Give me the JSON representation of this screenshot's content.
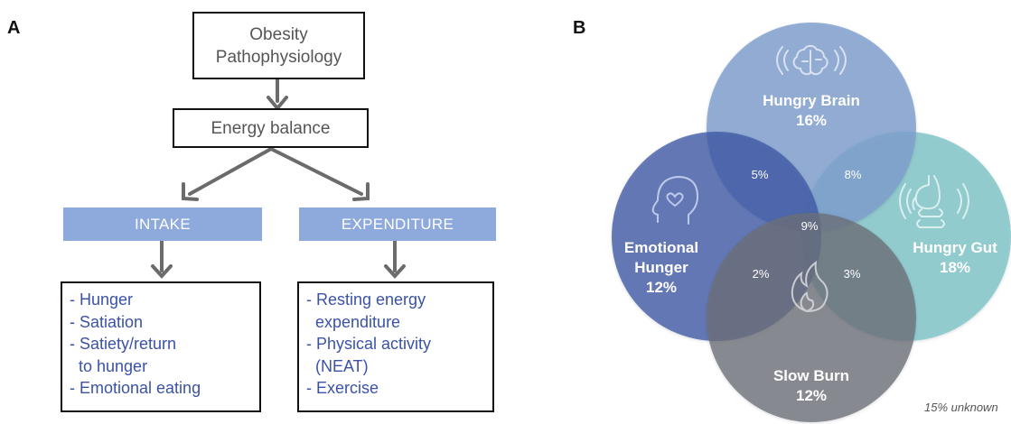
{
  "panel_a": {
    "letter": "A",
    "top_box": [
      "Obesity",
      "Pathophysiology"
    ],
    "middle_box": "Energy balance",
    "left_category": "INTAKE",
    "right_category": "EXPENDITURE",
    "intake_items": [
      "- Hunger",
      "- Satiation",
      "- Satiety/return",
      "  to hunger",
      "- Emotional eating"
    ],
    "expenditure_items": [
      "- Resting energy",
      "  expenditure",
      "- Physical activity",
      "  (NEAT)",
      "- Exercise"
    ]
  },
  "panel_b": {
    "letter": "B",
    "circles": {
      "hungry_brain": {
        "name": "Hungry Brain",
        "pct": "16%",
        "color": "#7f9fce",
        "icon": "brain-icon"
      },
      "emotional_hunger": {
        "name": [
          "Emotional",
          "Hunger"
        ],
        "pct": "12%",
        "color": "#3f5aa6",
        "icon": "head-heart-icon"
      },
      "hungry_gut": {
        "name": "Hungry Gut",
        "pct": "18%",
        "color": "#7fc4c8",
        "icon": "stomach-icon"
      },
      "slow_burn": {
        "name": "Slow Burn",
        "pct": "12%",
        "color": "#6d6f78",
        "icon": "flame-icon"
      }
    },
    "overlaps": {
      "brain_emotional": "5%",
      "brain_gut": "8%",
      "center": "9%",
      "emotional_burn": "2%",
      "gut_burn": "3%"
    },
    "unknown_note": "15% unknown"
  }
}
